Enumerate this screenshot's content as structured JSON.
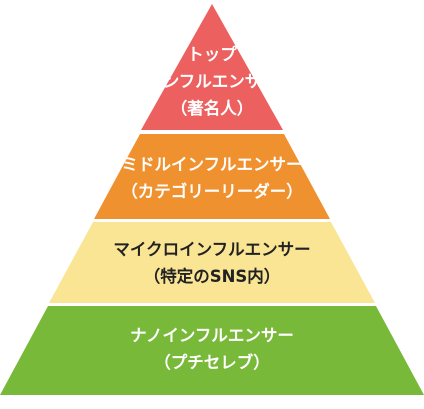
{
  "pyramid": {
    "tiers": [
      {
        "line1": "トップ",
        "line2": "インフルエンサー",
        "line3": "（著名人）",
        "fill": "#ec6060",
        "text_color": "#ffffff"
      },
      {
        "line1": "ミドルインフルエンサー",
        "line2": "（カテゴリーリーダー）",
        "fill": "#f0912f",
        "text_color": "#ffffff"
      },
      {
        "line1": "マイクロインフルエンサー",
        "line2": "（特定のSNS内）",
        "fill": "#fae595",
        "text_color": "#222222"
      },
      {
        "line1": "ナノインフルエンサー",
        "line2": "（プチセレブ）",
        "fill": "#78b93a",
        "text_color": "#ffffff"
      }
    ]
  }
}
